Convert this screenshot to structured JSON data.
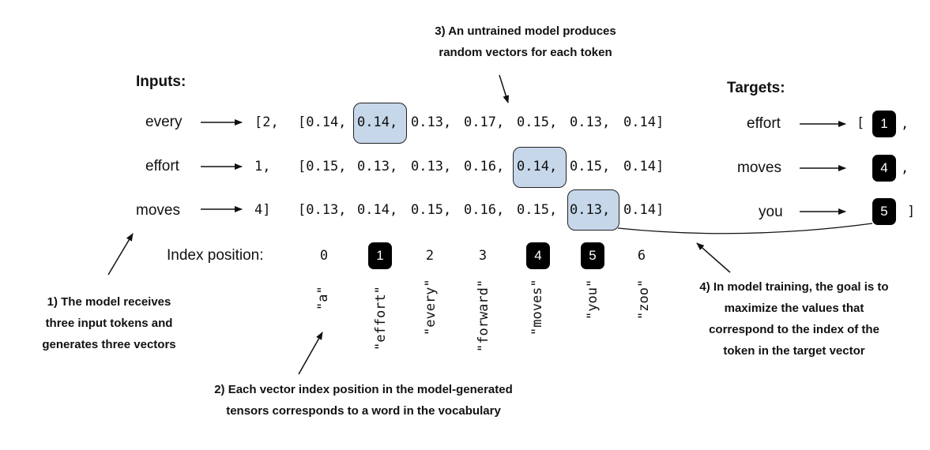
{
  "headers": {
    "inputs": "Inputs:",
    "targets": "Targets:"
  },
  "rows": [
    {
      "input": "every",
      "id": "[2,",
      "vector": [
        "[0.14,",
        "0.14,",
        "0.13,",
        "0.17,",
        "0.15,",
        "0.13,",
        "0.14]"
      ],
      "target_word": "effort",
      "target_prefix": "[",
      "target_id": "1",
      "target_suffix": ","
    },
    {
      "input": "effort",
      "id": "1,",
      "vector": [
        "[0.15,",
        "0.13,",
        "0.13,",
        "0.16,",
        "0.14,",
        "0.15,",
        "0.14]"
      ],
      "target_word": "moves",
      "target_prefix": "",
      "target_id": "4",
      "target_suffix": ","
    },
    {
      "input": "moves",
      "id": "4]",
      "vector": [
        "[0.13,",
        "0.14,",
        "0.15,",
        "0.16,",
        "0.15,",
        "0.13,",
        "0.14]"
      ],
      "target_word": "you",
      "target_prefix": "",
      "target_id": "5",
      "target_suffix": "]"
    }
  ],
  "index_label": "Index position:",
  "index_positions": [
    "0",
    "1",
    "2",
    "3",
    "4",
    "5",
    "6"
  ],
  "vocabulary": [
    "\"a\"",
    "\"effort\"",
    "\"every\"",
    "\"forward\"",
    "\"moves\"",
    "\"you\"",
    "\"zoo\""
  ],
  "annotations": {
    "note1": [
      "1) The model receives",
      "three input tokens and",
      "generates three vectors"
    ],
    "note2": [
      "2) Each vector index position in the model-generated",
      "tensors corresponds to a word in the vocabulary"
    ],
    "note3": [
      "3) An untrained model produces",
      "random vectors for each token"
    ],
    "note4": [
      "4) In model training, the goal is to",
      "maximize the values that",
      "correspond to the index of the",
      "token in the target vector"
    ]
  },
  "colors": {
    "highlight": "#c6d7ea",
    "badge": "#000000",
    "text": "#111111"
  }
}
